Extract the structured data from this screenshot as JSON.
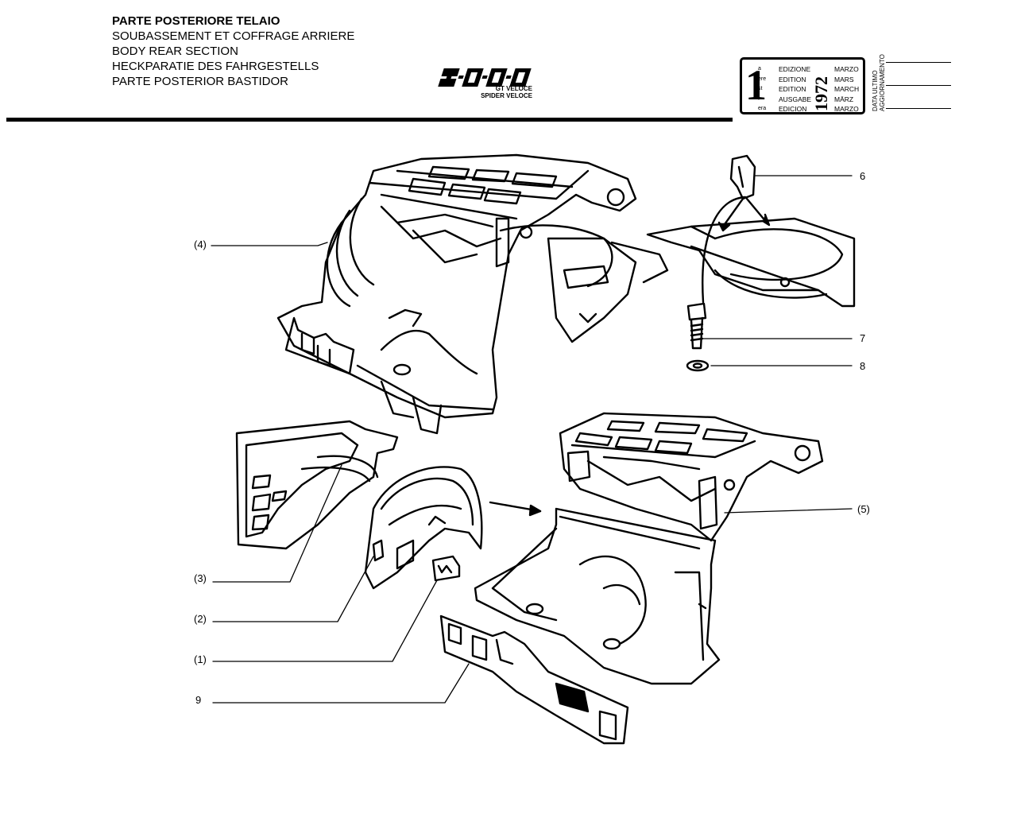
{
  "header": {
    "title_it": "PARTE POSTERIORE TELAIO",
    "title_fr": "SOUBASSEMENT ET COFFRAGE ARRIERE",
    "title_en": "BODY REAR SECTION",
    "title_de": "HECKPARATIE DES FAHRGESTELLS",
    "title_es": "PARTE POSTERIOR BASTIDOR"
  },
  "logo": {
    "model_1": "GT VELOCE",
    "model_2": "SPIDER VELOCE"
  },
  "edition": {
    "number": "1",
    "suffixes": [
      "a",
      "ere",
      "st",
      ".",
      "era"
    ],
    "words": [
      "EDIZIONE",
      "EDITION",
      "EDITION",
      "AUSGABE",
      "EDICION"
    ],
    "year": "1972",
    "months": [
      "MARZO",
      "MARS",
      "MARCH",
      "MÄRZ",
      "MARZO"
    ]
  },
  "update": {
    "label_1": "DATA ULTIMO",
    "label_2": "AGGIORNAMENTO"
  },
  "callouts": {
    "c4": "(4)",
    "c6": "6",
    "c7": "7",
    "c8": "8",
    "c5": "(5)",
    "c3": "(3)",
    "c2": "(2)",
    "c1": "(1)",
    "c9": "9"
  }
}
